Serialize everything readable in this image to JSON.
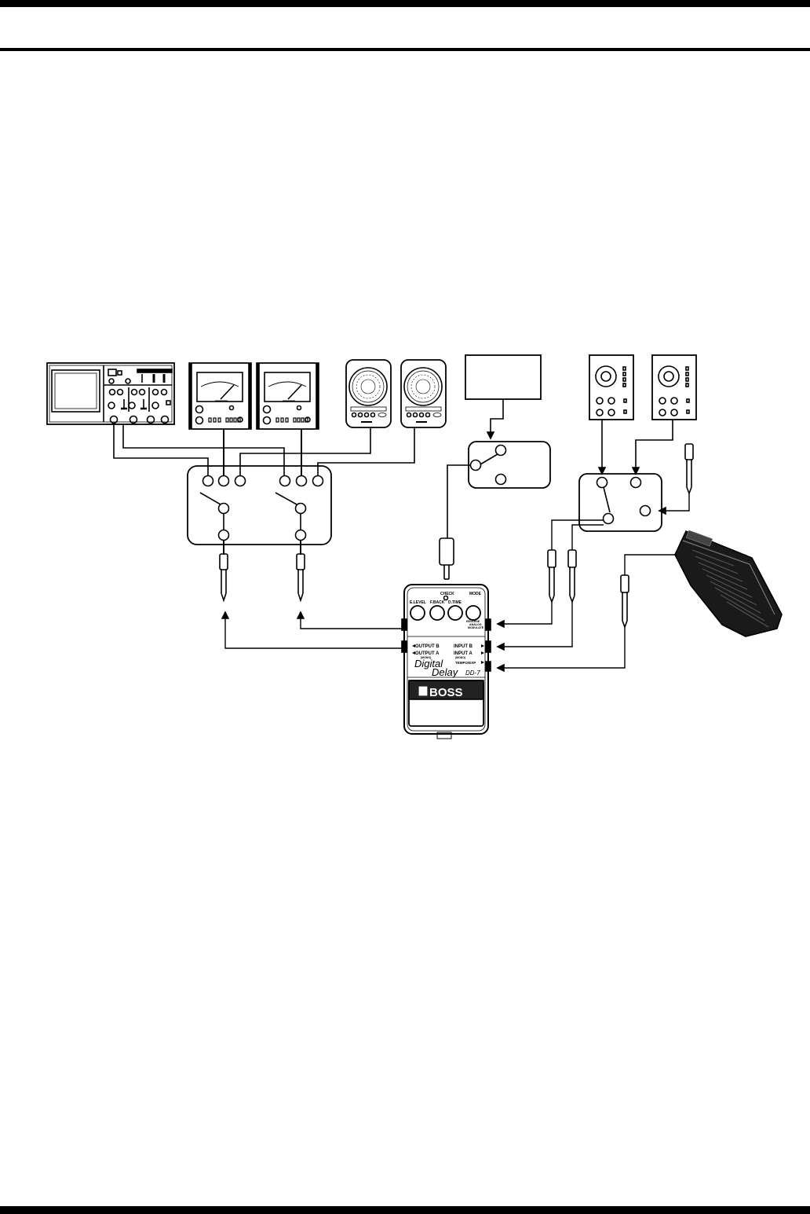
{
  "pedal": {
    "brand": "BOSS",
    "name_line1": "Digital",
    "name_line2": "Delay",
    "model": "DD-7",
    "check_label": "CHECK",
    "mode_label": "MODE",
    "knobs": [
      "E.LEVEL",
      "F.BACK",
      "D.TIME"
    ],
    "mode_options": [
      "MODULATE",
      "ANALOG",
      "REVERSE"
    ],
    "outputs": [
      "OUTPUT B",
      "OUTPUT A"
    ],
    "output_sub": "(MONO)",
    "inputs": [
      "INPUT B",
      "INPUT A"
    ],
    "input_sub": "(MONO)",
    "tempo_label": "TEMPO/EXP"
  },
  "colors": {
    "ink": "#000000",
    "paper": "#ffffff",
    "pedal_grey": "#3a3a3a"
  },
  "icons": [
    "oscilloscope-icon",
    "level-meter-icon",
    "speaker-icon",
    "switch-box-icon",
    "phone-plug-icon",
    "adapter-plug-icon",
    "signal-generator-icon",
    "expression-pedal-icon"
  ]
}
